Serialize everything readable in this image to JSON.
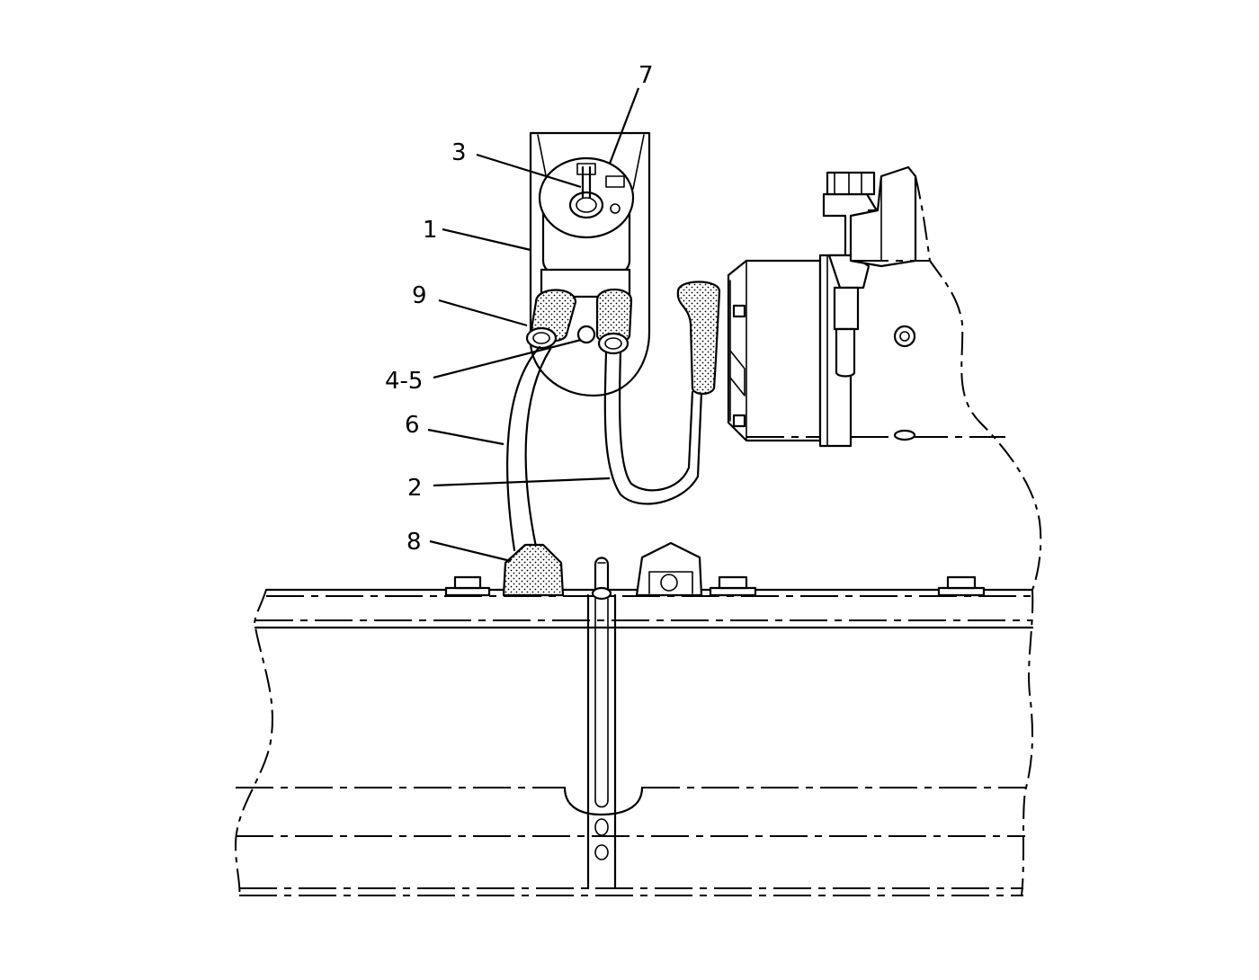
{
  "callouts": [
    {
      "id": "c1",
      "label": "1"
    },
    {
      "id": "c2",
      "label": "2"
    },
    {
      "id": "c3",
      "label": "3"
    },
    {
      "id": "c45",
      "label": "4-5"
    },
    {
      "id": "c6",
      "label": "6"
    },
    {
      "id": "c7",
      "label": "7"
    },
    {
      "id": "c8",
      "label": "8"
    },
    {
      "id": "c9",
      "label": "9"
    }
  ]
}
